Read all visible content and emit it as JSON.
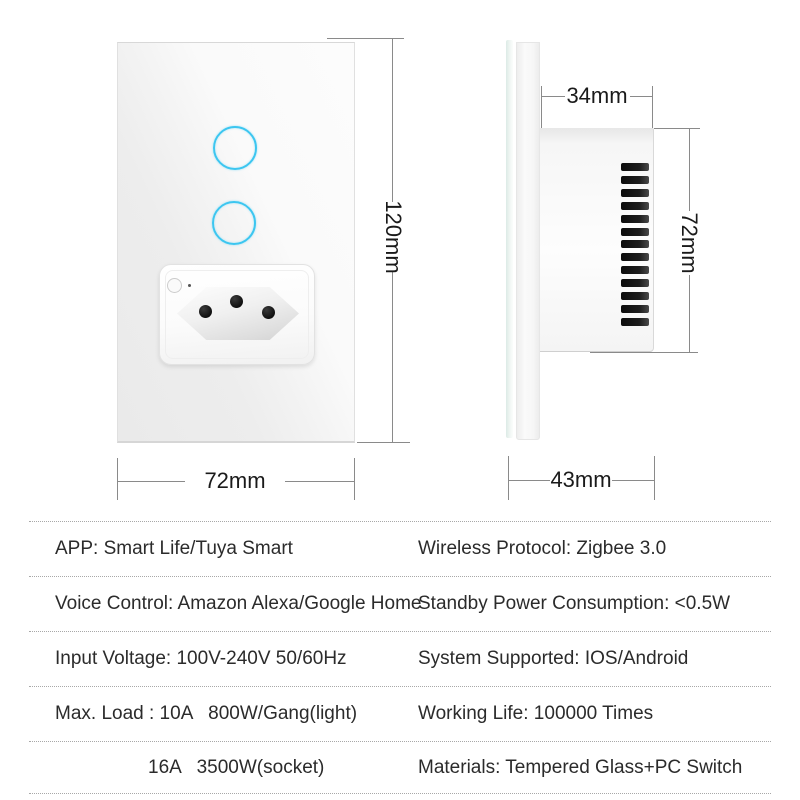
{
  "product_diagram": {
    "front_view": {
      "touch_buttons": 2,
      "socket_type": "brazilian-3-pin",
      "width_label": "72mm",
      "height_label": "120mm"
    },
    "side_view": {
      "box_depth_label": "34mm",
      "vent_height_label": "72mm",
      "total_depth_label": "43mm",
      "vent_slot_count": 13
    }
  },
  "spec_table": {
    "rows": [
      {
        "left": "APP: Smart Life/Tuya Smart",
        "right": "Wireless Protocol: Zigbee 3.0"
      },
      {
        "left": "Voice Control: Amazon Alexa/Google Home",
        "right": "Standby Power Consumption: <0.5W"
      },
      {
        "left": "Input Voltage: 100V-240V 50/60Hz",
        "right": "System Supported: IOS/Android"
      },
      {
        "left": "Max. Load : 10A   800W/Gang(light)",
        "right": "Working Life: 100000 Times"
      },
      {
        "left": "16A   3500W(socket)",
        "right": "Materials: Tempered Glass+PC Switch"
      }
    ]
  },
  "colors": {
    "touch_ring": "#3cc6f0",
    "dimension_line": "#8a8a8a",
    "dimension_text": "#1a1a1a",
    "spec_text": "#2b2b2b",
    "vent_slot": "#151515"
  }
}
